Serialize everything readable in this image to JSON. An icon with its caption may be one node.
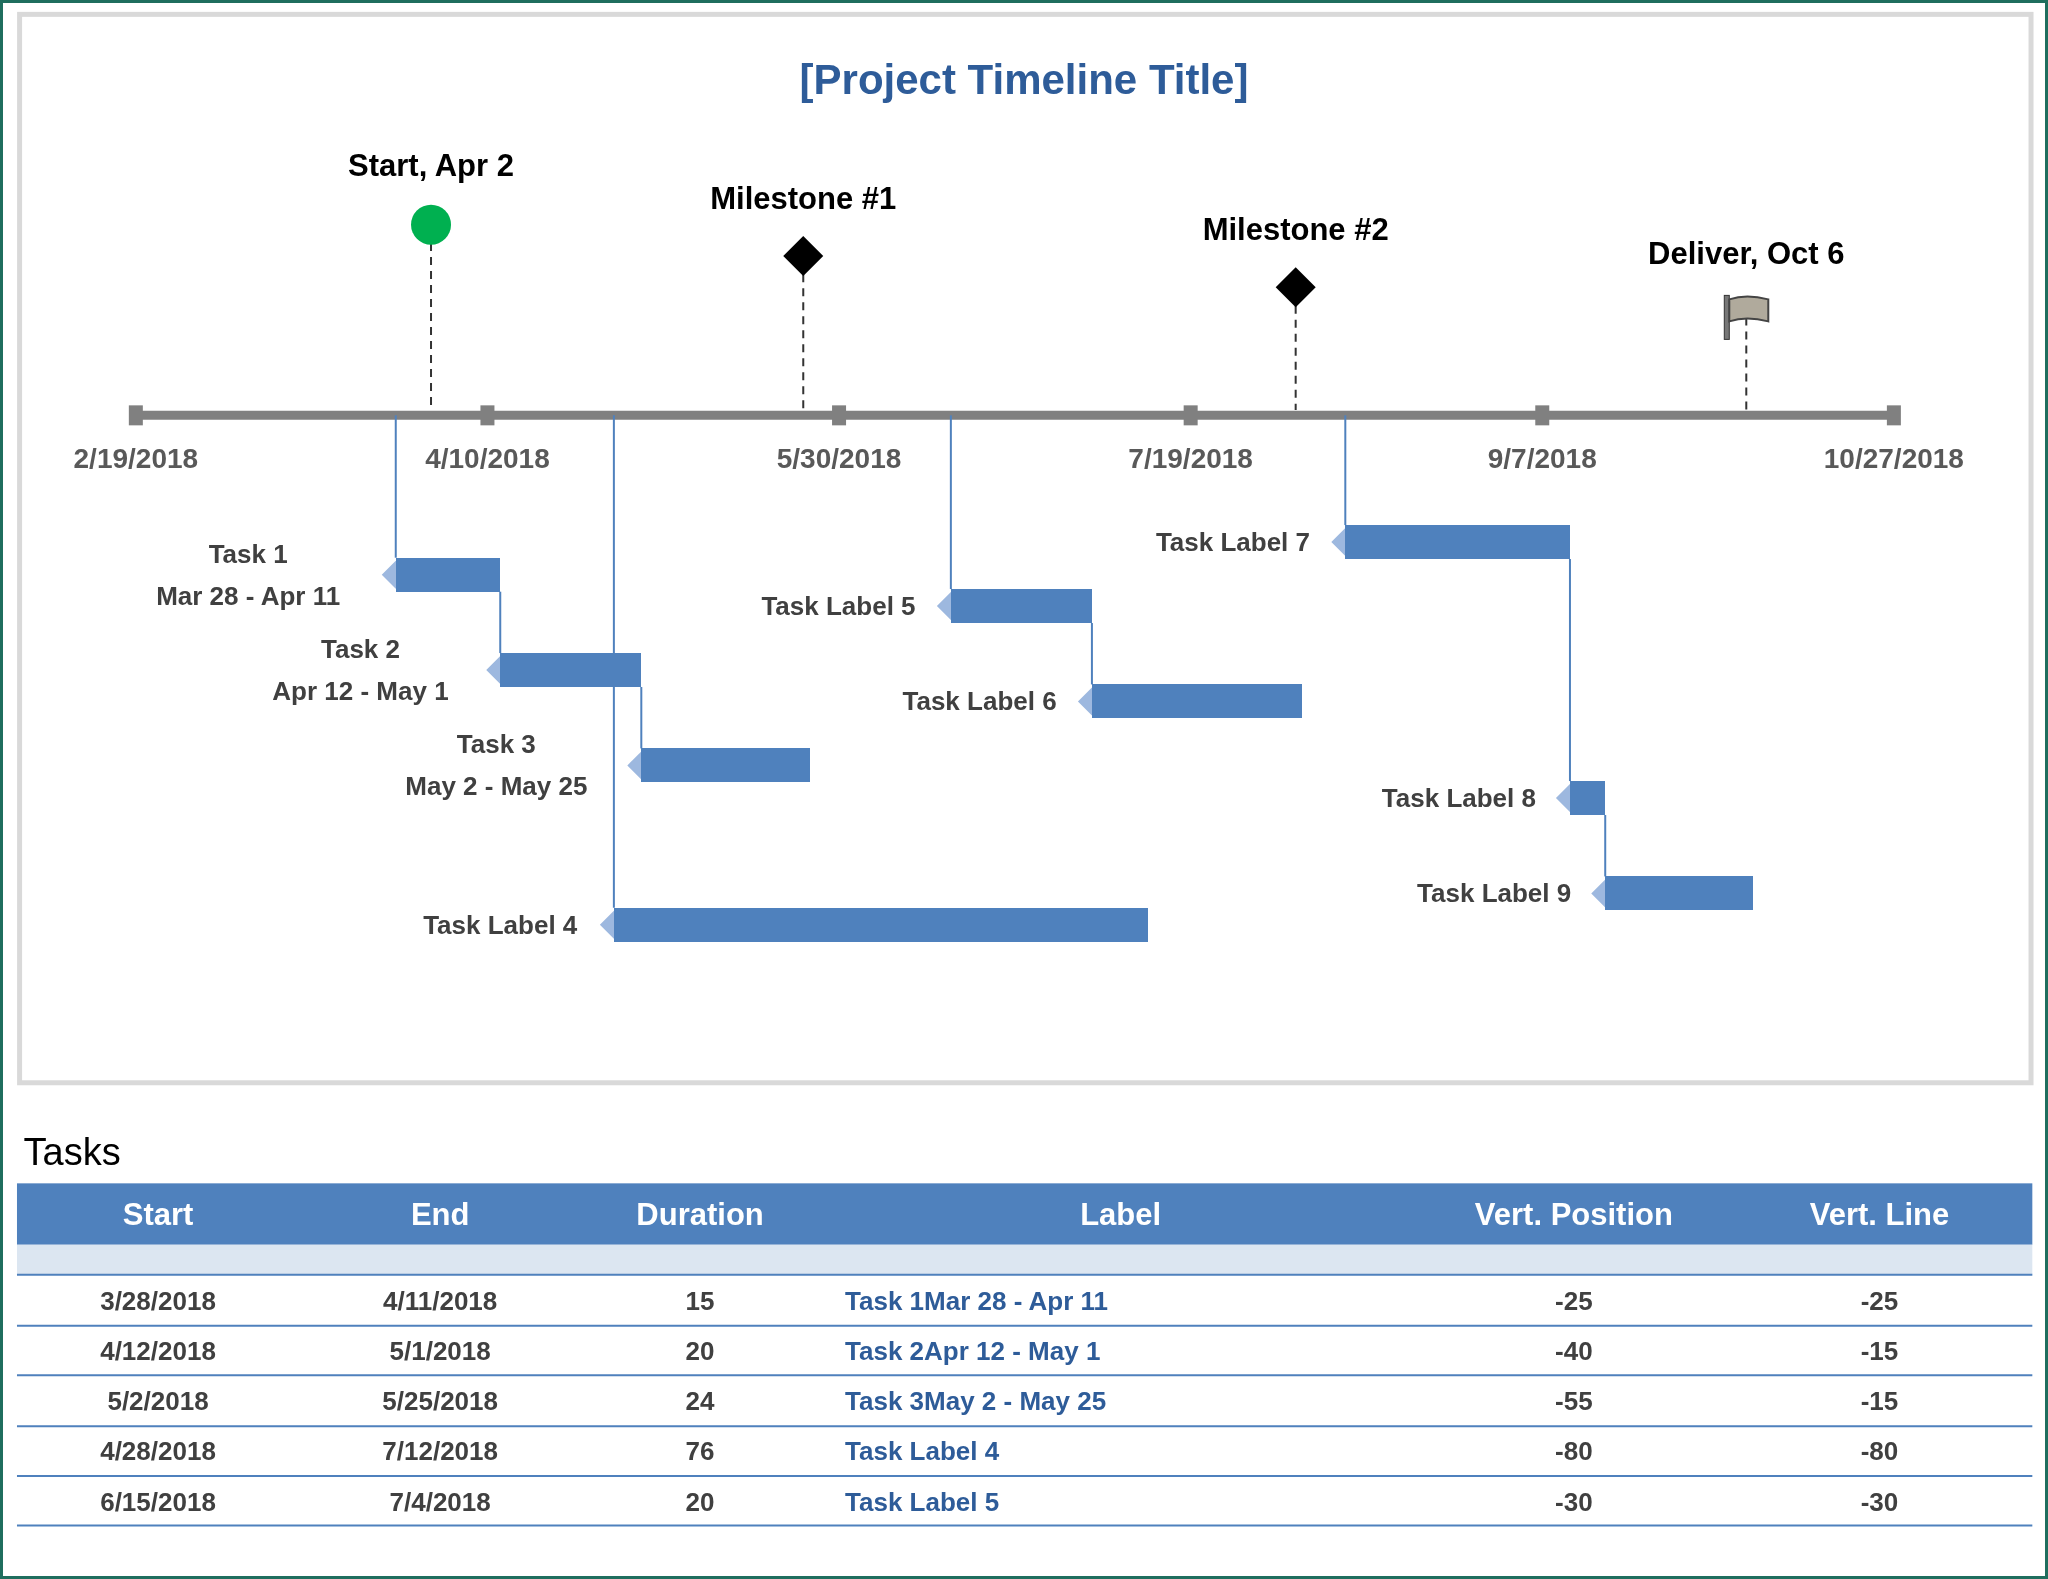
{
  "diagram": {
    "title": "[Project Timeline Title]",
    "nodes": [
      {
        "text": [],
        "shape": "bar",
        "beside": [
          "Task 1",
          "Mar 28 - Apr 11"
        ]
      },
      {
        "text": [],
        "shape": "bar",
        "beside": [
          "Task 2",
          "Apr 12 - May 1"
        ]
      },
      {
        "text": [],
        "shape": "bar",
        "beside": [
          "Task 3",
          "May 2 - May 25"
        ]
      },
      {
        "text": [],
        "shape": "bar",
        "beside": [
          "Task Label 4"
        ]
      },
      {
        "text": [],
        "shape": "bar",
        "beside": [
          "Task Label 5"
        ]
      },
      {
        "text": [],
        "shape": "bar",
        "beside": [
          "Task Label 6"
        ]
      },
      {
        "text": [],
        "shape": "bar",
        "beside": [
          "Task Label 7"
        ]
      },
      {
        "text": [],
        "shape": "bar",
        "beside": [
          "Task Label 8"
        ]
      },
      {
        "text": [],
        "shape": "bar",
        "beside": [
          "Task Label 9"
        ]
      }
    ],
    "edges": [
      {
        "from": 0,
        "to": 1,
        "arrow": "none"
      },
      {
        "from": 1,
        "to": 2,
        "arrow": "none"
      },
      {
        "from": 4,
        "to": 5,
        "arrow": "none"
      },
      {
        "from": 6,
        "to": 7,
        "arrow": "none"
      },
      {
        "from": 7,
        "to": 8,
        "arrow": "none"
      }
    ],
    "labels": [
      "Start, Apr 2",
      "Milestone #1",
      "Milestone #2",
      "Deliver, Oct 6",
      "2/19/2018",
      "4/10/2018",
      "5/30/2018",
      "7/19/2018",
      "9/7/2018",
      "10/27/2018",
      "Tasks",
      "Start",
      "End",
      "Duration",
      "Label",
      "Vert. Position",
      "Vert. Line",
      "3/28/2018",
      "4/11/2018",
      "15",
      "Task 1Mar 28 - Apr 11",
      "-25",
      "-25",
      "4/12/2018",
      "5/1/2018",
      "20",
      "Task 2Apr 12 - May 1",
      "-40",
      "-15",
      "5/2/2018",
      "5/25/2018",
      "24",
      "Task 3May 2 - May 25",
      "-55",
      "-15",
      "4/28/2018",
      "7/12/2018",
      "76",
      "Task Label 4",
      "-80",
      "-80",
      "6/15/2018",
      "7/4/2018",
      "20",
      "Task Label 5",
      "-30",
      "-30"
    ]
  }
}
